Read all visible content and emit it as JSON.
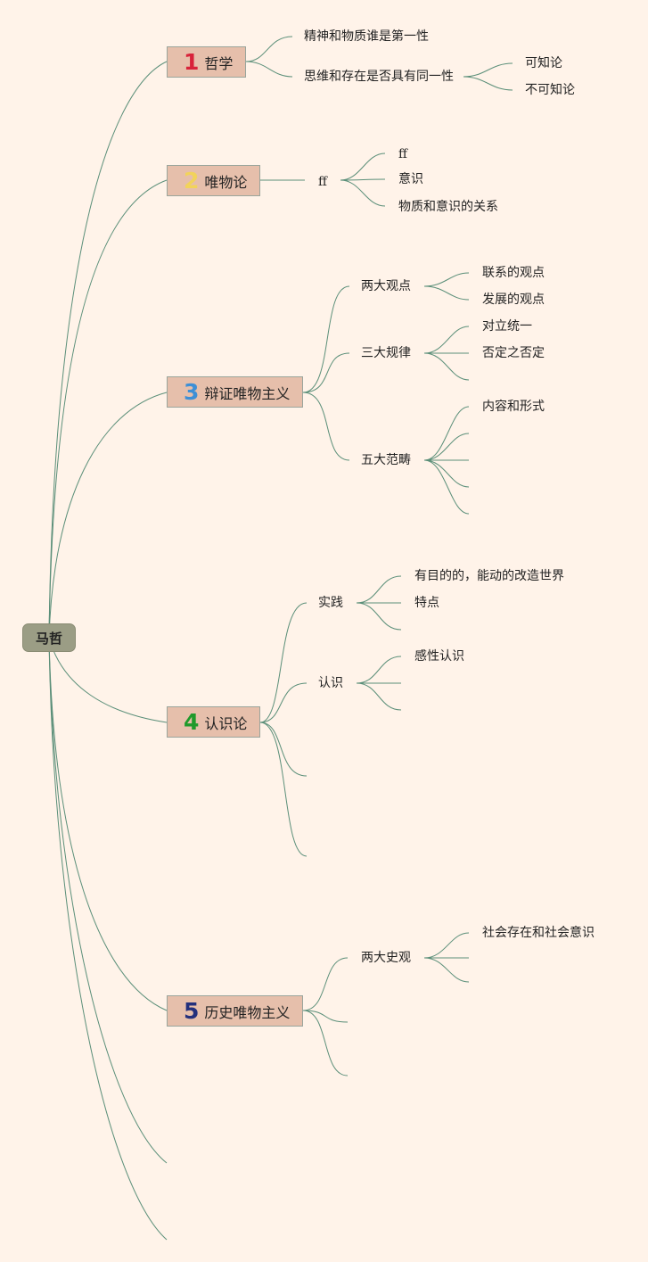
{
  "root": {
    "label": "马哲"
  },
  "branches": [
    {
      "number": "1",
      "label": "哲学",
      "children": [
        {
          "label": "精神和物质谁是第一性"
        },
        {
          "label": "思维和存在是否具有同一性",
          "children": [
            "可知论",
            "不可知论"
          ]
        }
      ]
    },
    {
      "number": "2",
      "label": "唯物论",
      "children": [
        {
          "label": "ff",
          "children": [
            "ff",
            "意识",
            "物质和意识的关系"
          ]
        }
      ]
    },
    {
      "number": "3",
      "label": "辩证唯物主义",
      "children": [
        {
          "label": "两大观点",
          "children": [
            "联系的观点",
            "发展的观点"
          ]
        },
        {
          "label": "三大规律",
          "children": [
            "对立统一",
            "否定之否定",
            ""
          ]
        },
        {
          "label": "五大范畴",
          "children": [
            "内容和形式",
            "",
            "",
            "",
            ""
          ]
        }
      ]
    },
    {
      "number": "4",
      "label": "认识论",
      "children": [
        {
          "label": "实践",
          "children": [
            "有目的的，能动的改造世界",
            "特点",
            ""
          ]
        },
        {
          "label": "认识",
          "children": [
            "感性认识",
            "",
            ""
          ]
        },
        {
          "label": ""
        },
        {
          "label": ""
        }
      ]
    },
    {
      "number": "5",
      "label": "历史唯物主义",
      "children": [
        {
          "label": "两大史观",
          "children": [
            "社会存在和社会意识",
            "",
            ""
          ]
        },
        {
          "label": ""
        },
        {
          "label": ""
        }
      ]
    },
    {
      "number": "",
      "label": ""
    },
    {
      "number": "",
      "label": ""
    }
  ],
  "colors": {
    "line": "#5b8f79",
    "background": "#fff3e9",
    "main_node": "#e6bfab",
    "root_node": "#9b9d85"
  }
}
